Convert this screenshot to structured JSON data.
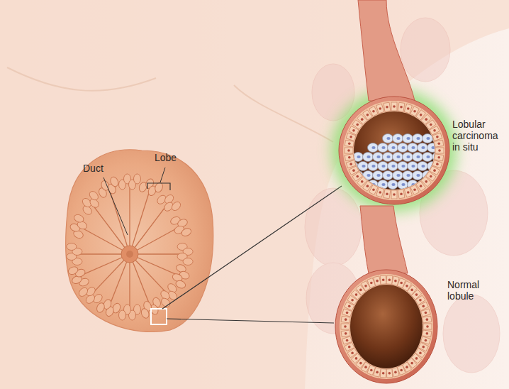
{
  "diagram": {
    "labels": [
      "Duct",
      "Lobe",
      "Lobular carcinoma in situ",
      "Normal lobule"
    ]
  }
}
